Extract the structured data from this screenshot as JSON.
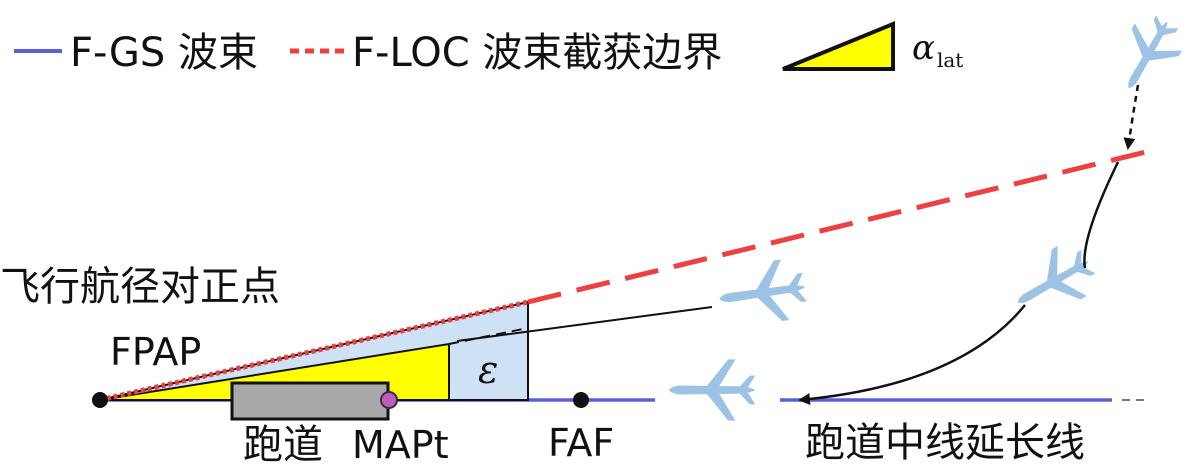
{
  "legend": {
    "items": [
      {
        "label": "F-GS 波束",
        "color": "#5a5fd6",
        "style": "solid"
      },
      {
        "label": "F-LOC 波束截获边界",
        "color": "#ee4040",
        "style": "dashed"
      },
      {
        "label": "α",
        "sub": "lat",
        "color": "#ffff00",
        "style": "triangle"
      }
    ]
  },
  "labels": {
    "fpap_cn": "飞行航径对正点",
    "fpap": "FPAP",
    "runway": "跑道",
    "mapt": "MAPt",
    "faf": "FAF",
    "centerline": "跑道中线延长线",
    "epsilon": "ε"
  },
  "colors": {
    "gs_line": "#5a5fd6",
    "loc_boundary": "#ee4040",
    "alpha_fill": "#ffff00",
    "epsilon_fill": "#cfe2f5",
    "runway_fill": "#a9a9a9",
    "mapt_dot": "#c05cc0",
    "aircraft": "#9cc3e6"
  }
}
